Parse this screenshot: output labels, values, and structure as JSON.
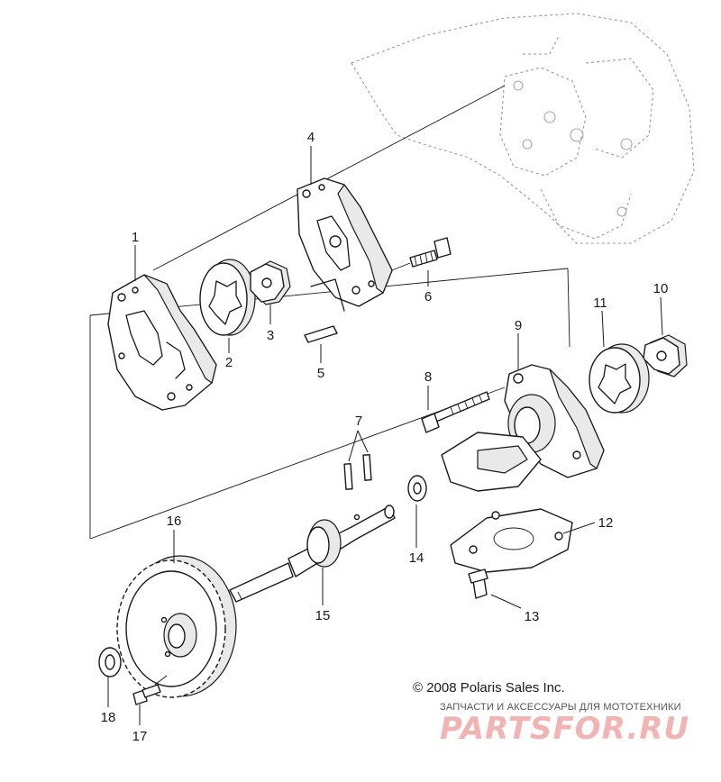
{
  "callouts": {
    "c1": "1",
    "c2": "2",
    "c3": "3",
    "c4": "4",
    "c5": "5",
    "c6": "6",
    "c7": "7",
    "c8": "8",
    "c9": "9",
    "c10": "10",
    "c11": "11",
    "c12": "12",
    "c13": "13",
    "c14": "14",
    "c15": "15",
    "c16": "16",
    "c17": "17",
    "c18": "18"
  },
  "copyright": "© 2008 Polaris Sales Inc.",
  "watermark": {
    "subtitle": "ЗАПЧАСТИ И АКСЕССУАРЫ ДЛЯ МОТОТЕХНИКИ",
    "brand": "PARTSFOR.RU",
    "color": "#f2b3b3"
  }
}
